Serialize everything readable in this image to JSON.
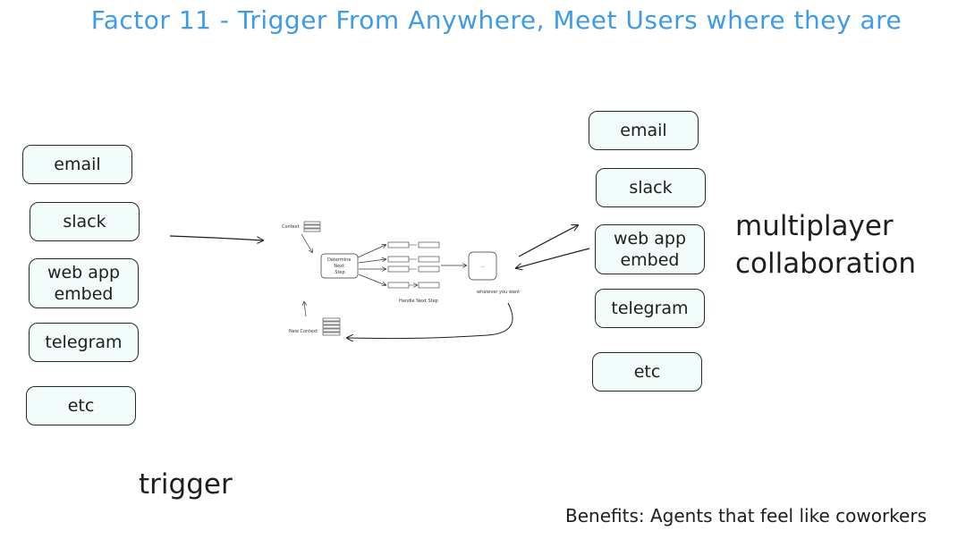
{
  "title": "Factor 11 - Trigger From Anywhere, Meet Users where they are",
  "trigger_channels": [
    {
      "label": "email"
    },
    {
      "label": "slack"
    },
    {
      "label": "web app\nembed"
    },
    {
      "label": "telegram"
    },
    {
      "label": "etc"
    }
  ],
  "output_channels": [
    {
      "label": "email"
    },
    {
      "label": "slack"
    },
    {
      "label": "web app\nembed"
    },
    {
      "label": "telegram"
    },
    {
      "label": "etc"
    }
  ],
  "trigger_label": "trigger",
  "collaboration_label": "multiplayer\ncollaboration",
  "benefits": "Benefits: Agents that feel like coworkers",
  "loop": {
    "context": "Context",
    "determine": "Determine\nNext\nStep",
    "handle": "Handle Next Step",
    "result_box": "...",
    "whatever": "whatever you want",
    "new_context": "New Context"
  },
  "colors": {
    "title": "#3d9bea",
    "box_fill": "#f1fcfb",
    "stroke": "#1e1e1e"
  }
}
